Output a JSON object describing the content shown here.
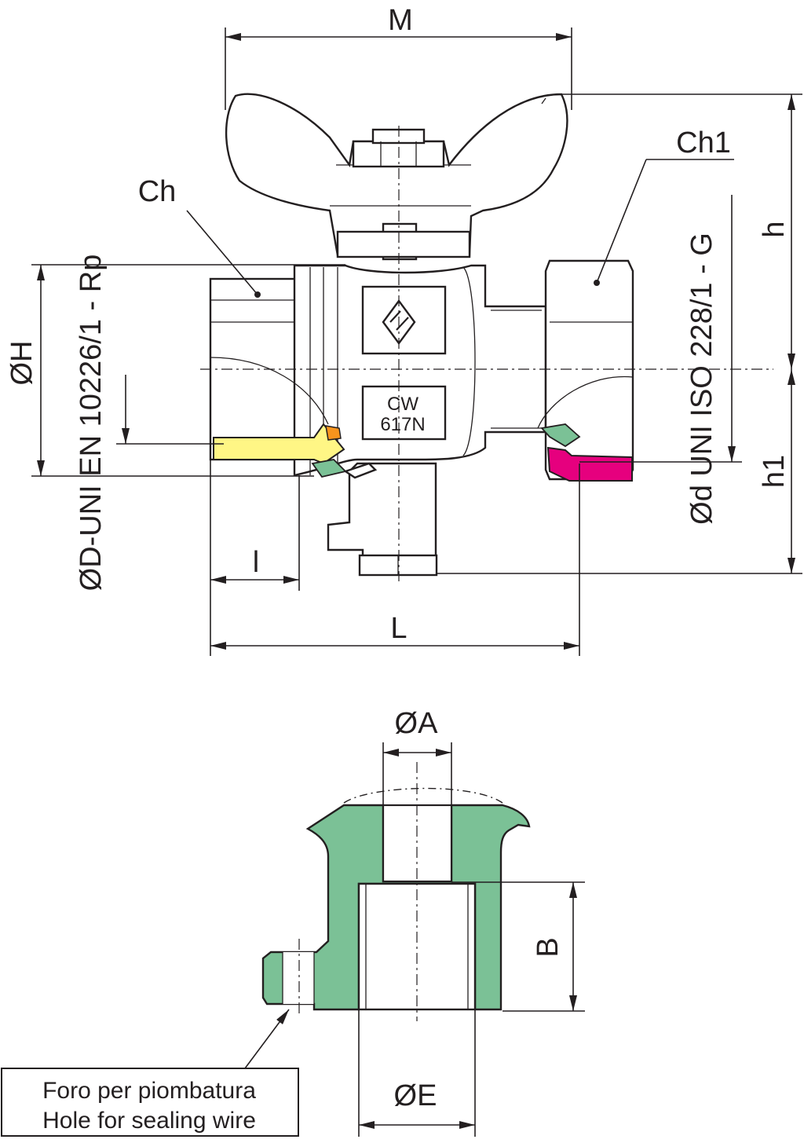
{
  "labels": {
    "M": "M",
    "Ch": "Ch",
    "Ch1": "Ch1",
    "h": "h",
    "h1": "h1",
    "L": "L",
    "l": "l",
    "OH": "ØH",
    "OD": "ØD-UNI EN 10226/1 - Rp",
    "Od": "Ød UNI ISO 228/1 - G",
    "CW_line1": "CW",
    "CW_line2": "617N",
    "OA": "ØA",
    "B": "B",
    "OE": "ØE"
  },
  "note": {
    "line1": "Foro per piombatura",
    "line2": "Hole for sealing wire"
  },
  "colors": {
    "seal_green": "#7bc196",
    "thread_yellow": "#fff685",
    "thread_magenta": "#e6007e",
    "orange": "#f7941d"
  }
}
